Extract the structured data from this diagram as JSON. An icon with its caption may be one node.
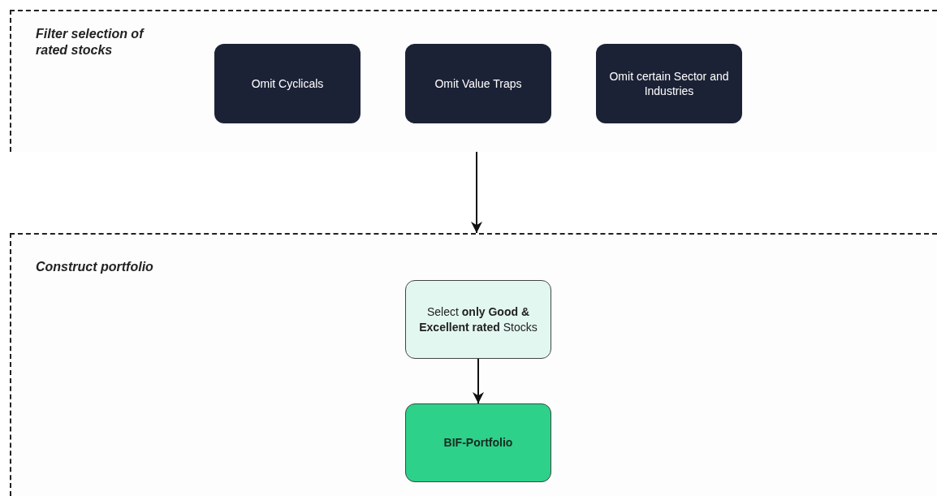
{
  "diagram": {
    "nodes": [
      {
        "text": [
          "Filter selection of rated stocks"
        ]
      },
      {
        "text": [
          "Omit Cyclicals"
        ],
        "in": 0
      },
      {
        "text": [
          "Omit Value Traps"
        ],
        "in": 0
      },
      {
        "text": [
          "Omit certain Sector and Industries"
        ],
        "in": 0
      },
      {
        "text": [
          "Construct portfolio"
        ]
      },
      {
        "text": [
          "Select **only Good & Excellent rated** Stocks"
        ],
        "in": 4
      },
      {
        "text": [
          "BIF-Portfolio"
        ],
        "in": 4
      }
    ],
    "edges": [
      {
        "from": 0,
        "to": 4,
        "arrow": "to"
      },
      {
        "from": 5,
        "to": 6,
        "arrow": "to"
      }
    ]
  }
}
